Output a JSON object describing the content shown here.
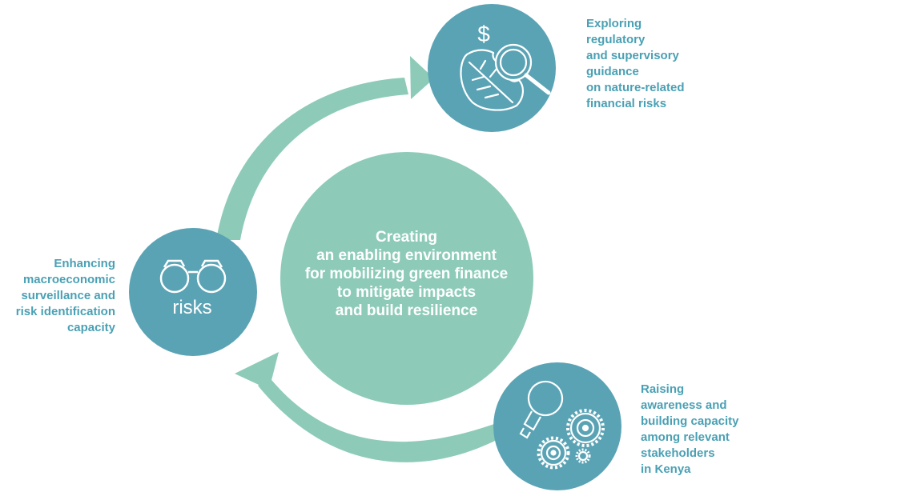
{
  "center": {
    "lines": [
      "Creating",
      "an enabling environment",
      "for mobilizing green finance",
      "to mitigate impacts",
      "and build resilience"
    ]
  },
  "nodes": {
    "top": {
      "icon": "leaf-magnifier-dollar-icon",
      "symbol": "$",
      "label_lines": [
        "Exploring",
        "regulatory",
        "and supervisory",
        "guidance",
        "on nature-related",
        "financial risks"
      ]
    },
    "left": {
      "icon": "binoculars-icon",
      "icon_text": "risks",
      "label_lines": [
        "Enhancing",
        "macroeconomic",
        "surveillance and",
        "risk identification",
        "capacity"
      ]
    },
    "bottom": {
      "icon": "lightbulb-gears-icon",
      "label_lines": [
        "Raising",
        "awareness and",
        "building capacity",
        "among relevant",
        "stakeholders",
        "in Kenya"
      ]
    }
  },
  "colors": {
    "center_fill": "#8dcbb8",
    "arrow_fill": "#8dcbb8",
    "node_fill": "#5aa3b5",
    "label_text": "#4aa0b4",
    "icon_stroke": "#ffffff"
  }
}
